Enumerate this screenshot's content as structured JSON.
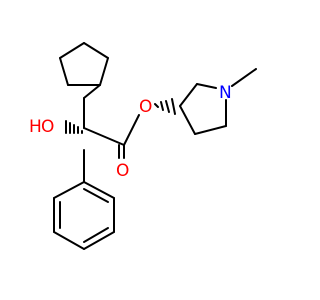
{
  "molecule": {
    "atoms": {
      "hydroxyl_o": {
        "label": "O",
        "color": "#ff0000"
      },
      "hydroxyl_h": {
        "label": "H",
        "color": "#ff0000"
      },
      "carbonyl_o": {
        "label": "O",
        "color": "#ff0000"
      },
      "ester_o": {
        "label": "O",
        "color": "#ff0000"
      },
      "ring_n": {
        "label": "N",
        "color": "#0000ff"
      }
    },
    "bond_color": "#000000",
    "background": "#ffffff"
  }
}
